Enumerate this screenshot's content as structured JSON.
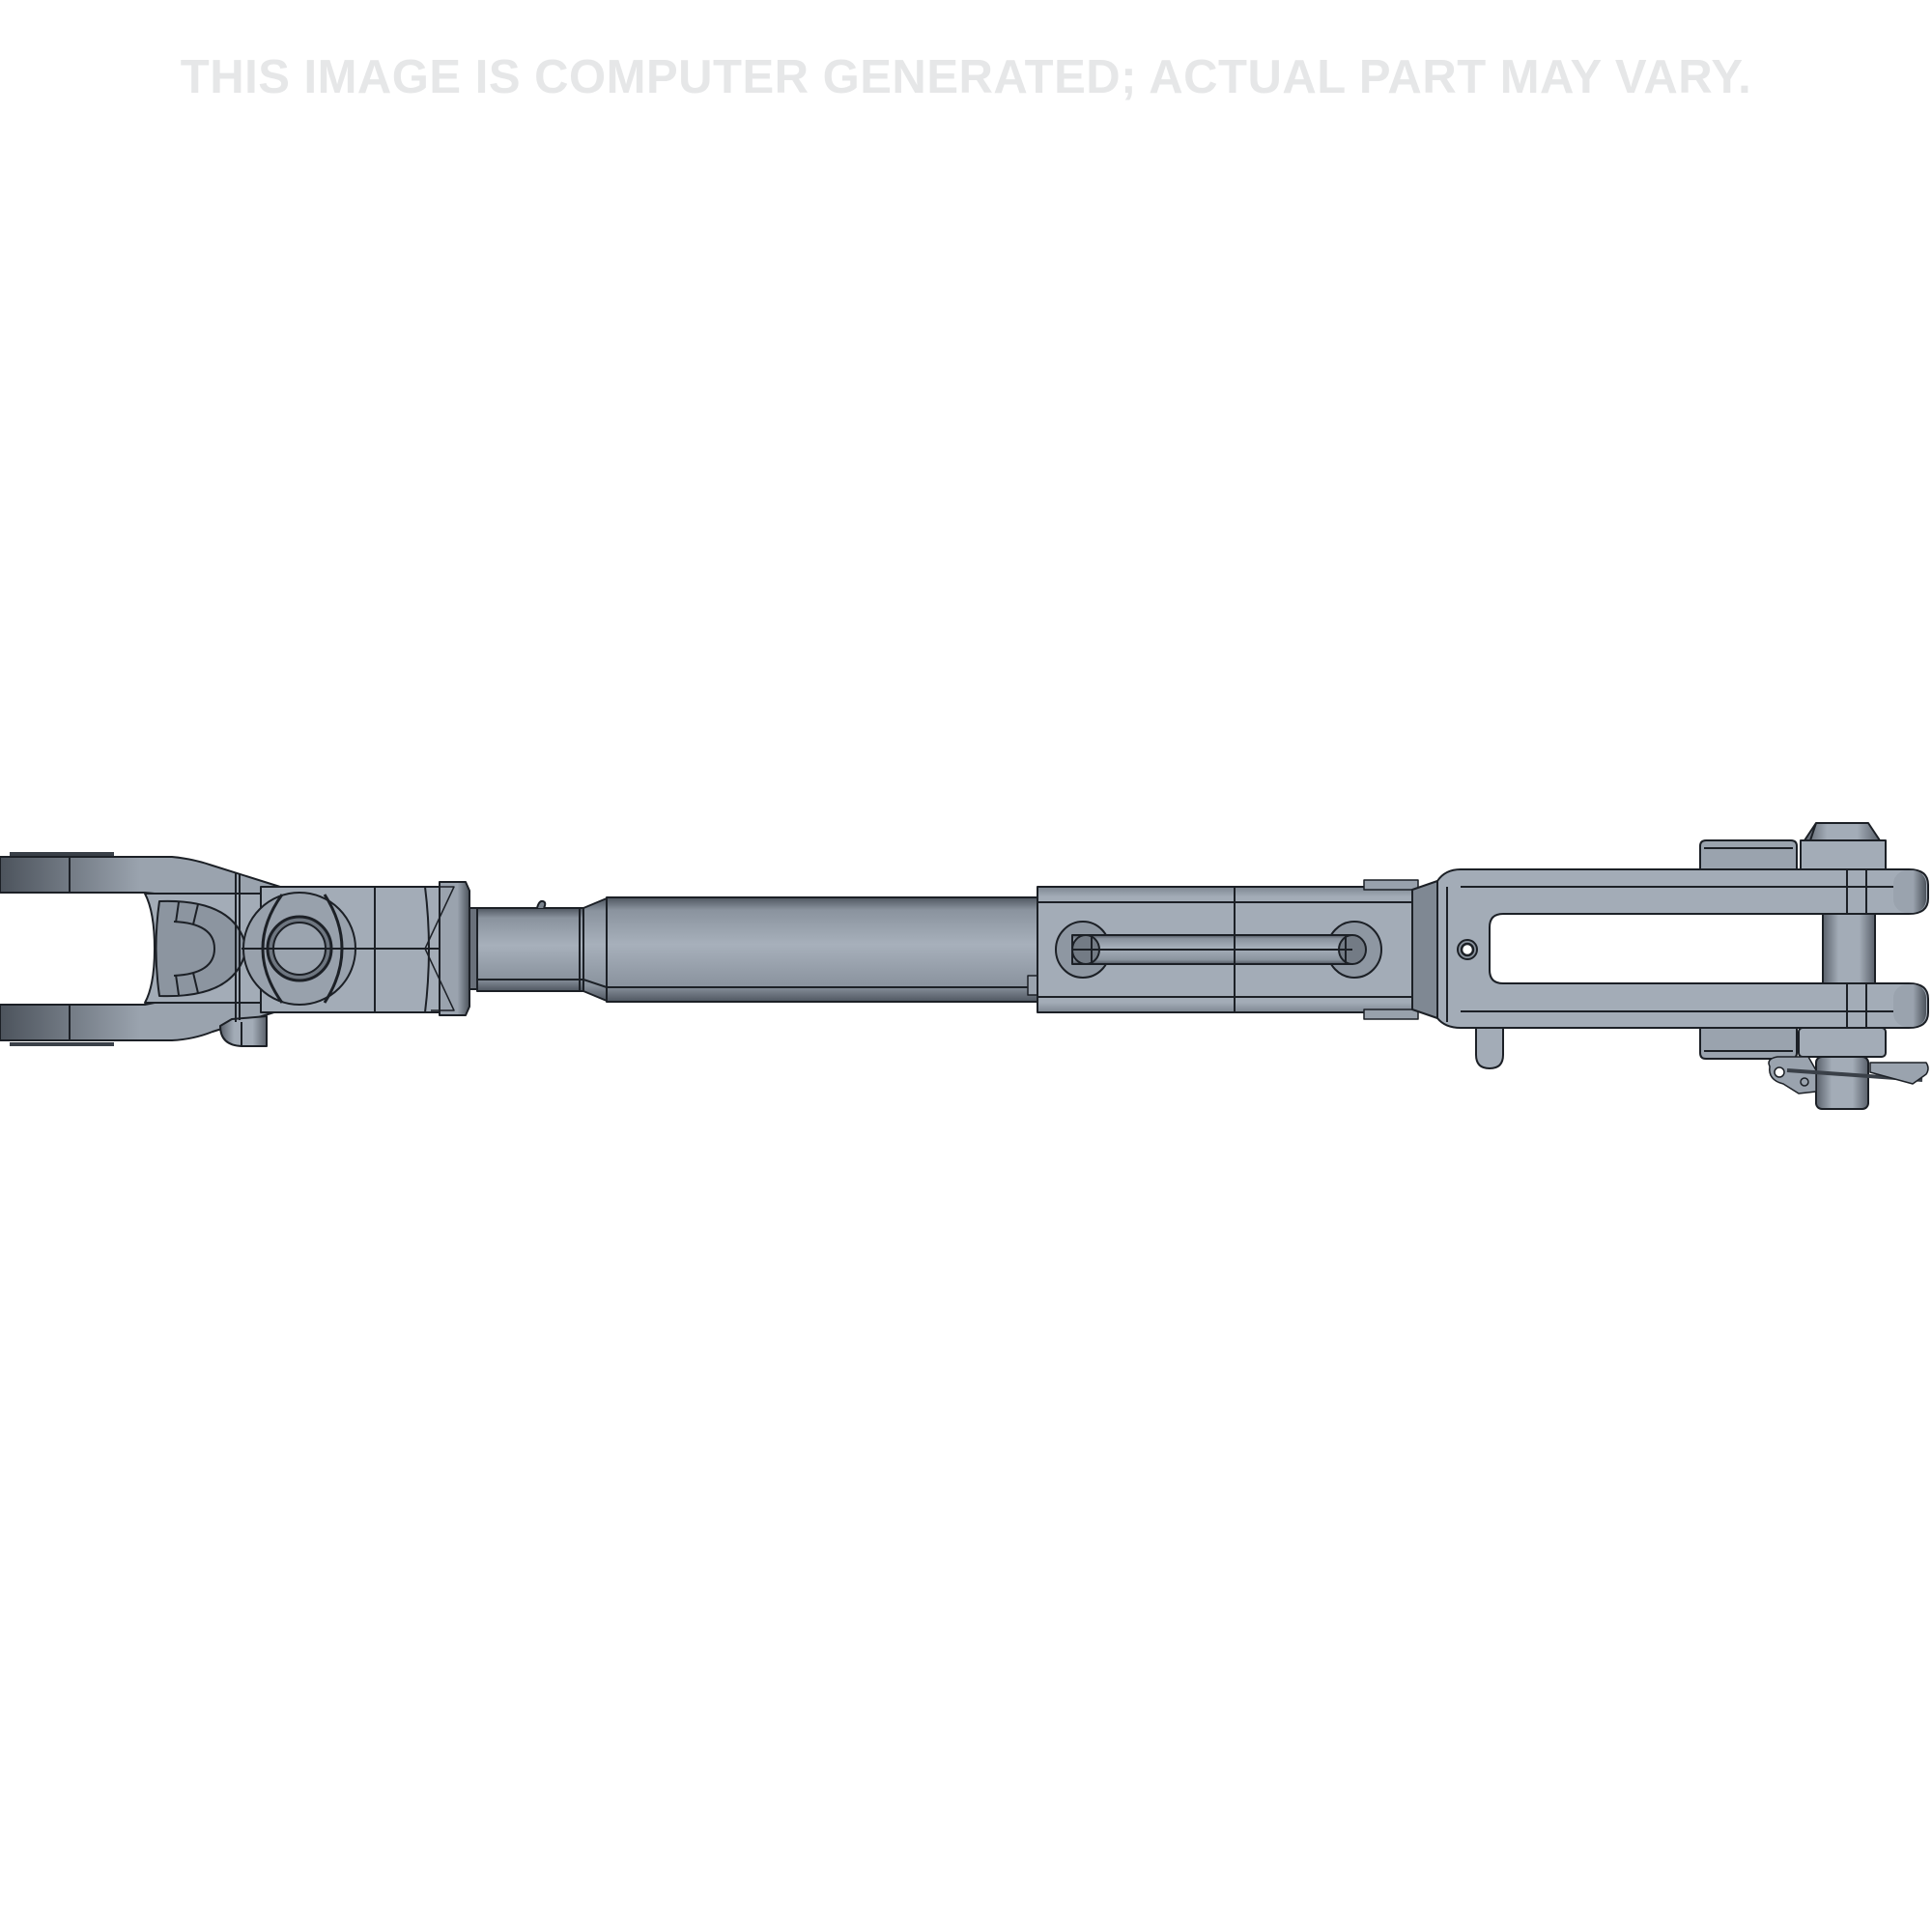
{
  "watermark": {
    "text": "THIS IMAGE IS COMPUTER GENERATED; ACTUAL PART MAY VARY."
  },
  "part": {
    "description": "Stabilizer / turnbuckle link assembly with yoke end, threaded tube, slotted sleeve and clevis end with pin and linch clip",
    "components": [
      "yoke-end",
      "swivel-block",
      "threaded-rod",
      "tube",
      "slotted-sleeve",
      "clevis-end",
      "clevis-pin",
      "linch-clip"
    ],
    "colors": {
      "body": "#9ba4b0",
      "body_light": "#a9b2bd",
      "shadow": "#5f6670",
      "outline": "#1c2026",
      "background": "#ffffff",
      "watermark": "#e6e7e8"
    }
  }
}
